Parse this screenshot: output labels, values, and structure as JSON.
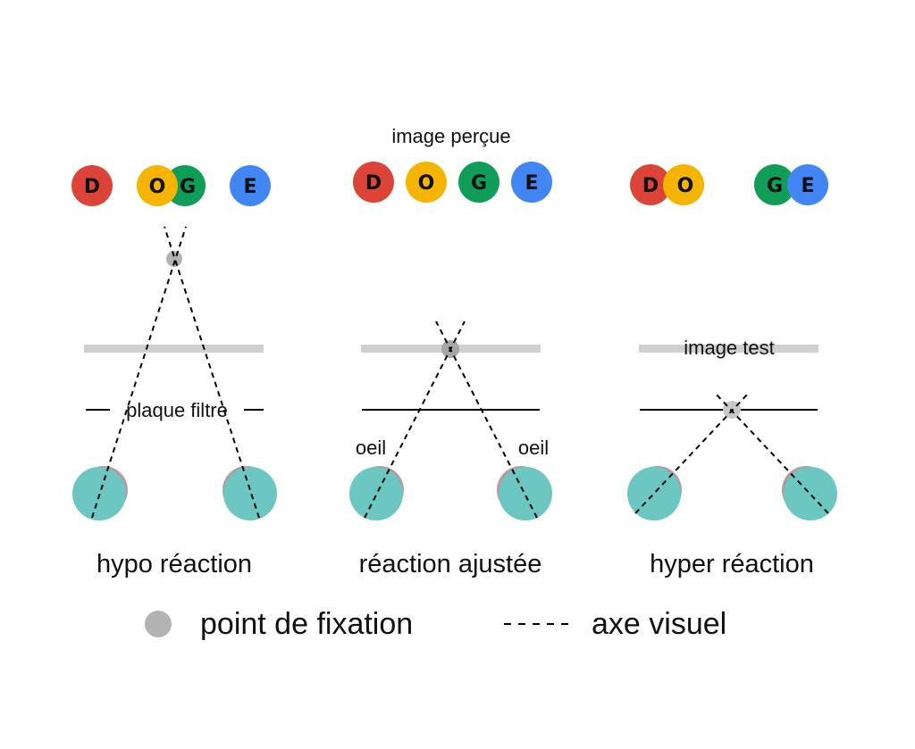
{
  "title_top": "image perçue",
  "colors": {
    "red": "#db4437",
    "yellow": "#f4b400",
    "green": "#0f9d58",
    "blue": "#4285f4",
    "eye": "#6cc6c2",
    "eye_back": "#b89a9a",
    "fixation": "#b3b3b3",
    "test_bar": "#d0d0d0",
    "filter_line": "#000000"
  },
  "letters": [
    "D",
    "O",
    "G",
    "E"
  ],
  "panels": [
    {
      "caption": "hypo réaction",
      "filter_label": "plaque filtre",
      "test_label": "",
      "left_eye_label": "",
      "right_eye_label": "",
      "balls": [
        {
          "letter": "D",
          "color": "red"
        },
        {
          "letter": "O",
          "color": "yellow"
        },
        {
          "letter": "G",
          "color": "green"
        },
        {
          "letter": "E",
          "color": "blue"
        }
      ]
    },
    {
      "caption": "réaction ajustée",
      "filter_label": "",
      "test_label": "",
      "left_eye_label": "oeil",
      "right_eye_label": "oeil",
      "balls": [
        {
          "letter": "D",
          "color": "red"
        },
        {
          "letter": "O",
          "color": "yellow"
        },
        {
          "letter": "G",
          "color": "green"
        },
        {
          "letter": "E",
          "color": "blue"
        }
      ]
    },
    {
      "caption": "hyper réaction",
      "filter_label": "",
      "test_label": "image test",
      "left_eye_label": "",
      "right_eye_label": "",
      "balls": [
        {
          "letter": "D",
          "color": "red"
        },
        {
          "letter": "O",
          "color": "yellow"
        },
        {
          "letter": "G",
          "color": "green"
        },
        {
          "letter": "E",
          "color": "blue"
        }
      ]
    }
  ],
  "legend": {
    "fixation_label": "point de fixation",
    "axis_label": "axe visuel"
  }
}
